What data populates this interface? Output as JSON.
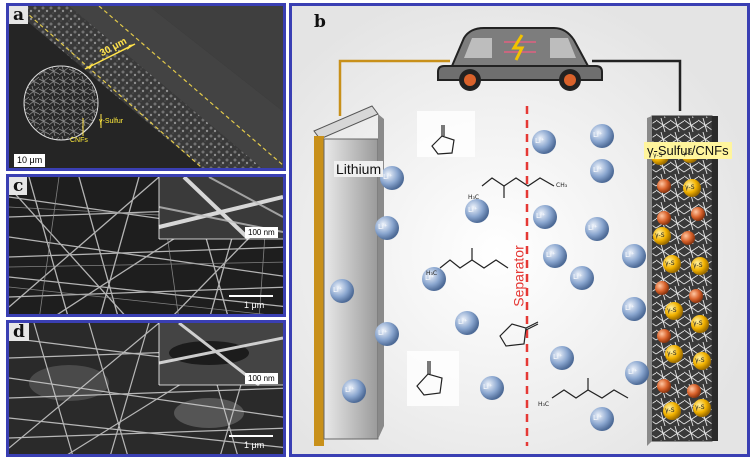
{
  "panels": {
    "a": {
      "label": "a",
      "thickness": "30 μm",
      "scale": "10 μm",
      "cnfs": "CNFs",
      "sulfur": "γ-Sulfur"
    },
    "c": {
      "label": "c",
      "inset_scale": "100 nm",
      "scale": "1 μm"
    },
    "d": {
      "label": "d",
      "inset_scale": "100 nm",
      "scale": "1 μm"
    },
    "b": {
      "label": "b",
      "anode": "Lithium",
      "cathode": "γ-Sulfur/CNFs",
      "separator": "Separator",
      "ion": "Li⁺",
      "sulfur_particle": "γ-S",
      "carbonate_label": "H₃C",
      "carbonate_label2": "CH₃"
    }
  },
  "colors": {
    "border": "#3a3fb3",
    "separator": "#e53935",
    "wire_left": "#c8901a",
    "wire_right": "#222222",
    "sulfur": "#f2b200",
    "polysulfide": "#d9622b",
    "ion": "#7f9fc9"
  }
}
